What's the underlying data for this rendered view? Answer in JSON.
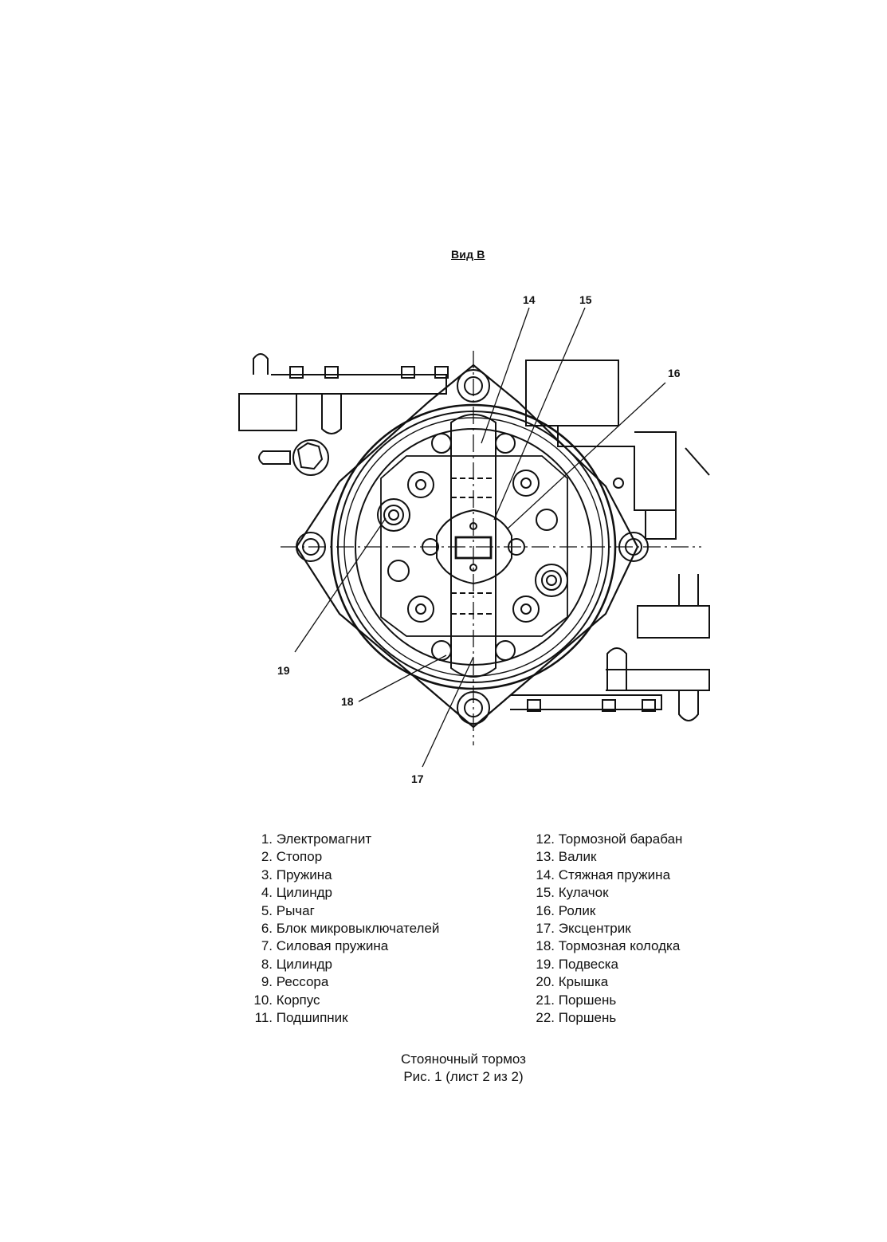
{
  "view_title": "Вид В",
  "callouts": [
    "14",
    "15",
    "16",
    "19",
    "18",
    "17"
  ],
  "legend": {
    "left": [
      {
        "num": "1.",
        "label": "Электромагнит"
      },
      {
        "num": "2.",
        "label": "Стопор"
      },
      {
        "num": "3.",
        "label": "Пружина"
      },
      {
        "num": "4.",
        "label": "Цилиндр"
      },
      {
        "num": "5.",
        "label": "Рычаг"
      },
      {
        "num": "6.",
        "label": "Блок микровыключателей"
      },
      {
        "num": "7.",
        "label": "Силовая пружина"
      },
      {
        "num": "8.",
        "label": "Цилиндр"
      },
      {
        "num": "9.",
        "label": "Рессора"
      },
      {
        "num": "10.",
        "label": "Корпус"
      },
      {
        "num": "11.",
        "label": "Подшипник"
      }
    ],
    "right": [
      {
        "num": "12.",
        "label": "Тормозной барабан"
      },
      {
        "num": "13.",
        "label": "Валик"
      },
      {
        "num": "14.",
        "label": "Стяжная пружина"
      },
      {
        "num": "15.",
        "label": "Кулачок"
      },
      {
        "num": "16.",
        "label": "Ролик"
      },
      {
        "num": "17.",
        "label": "Эксцентрик"
      },
      {
        "num": "18.",
        "label": "Тормозная колодка"
      },
      {
        "num": "19.",
        "label": "Подвеска"
      },
      {
        "num": "20.",
        "label": "Крышка"
      },
      {
        "num": "21.",
        "label": "Поршень"
      },
      {
        "num": "22.",
        "label": "Поршень"
      }
    ]
  },
  "caption": {
    "title": "Стояночный тормоз",
    "figure": "Рис. 1 (лист 2 из 2)"
  }
}
